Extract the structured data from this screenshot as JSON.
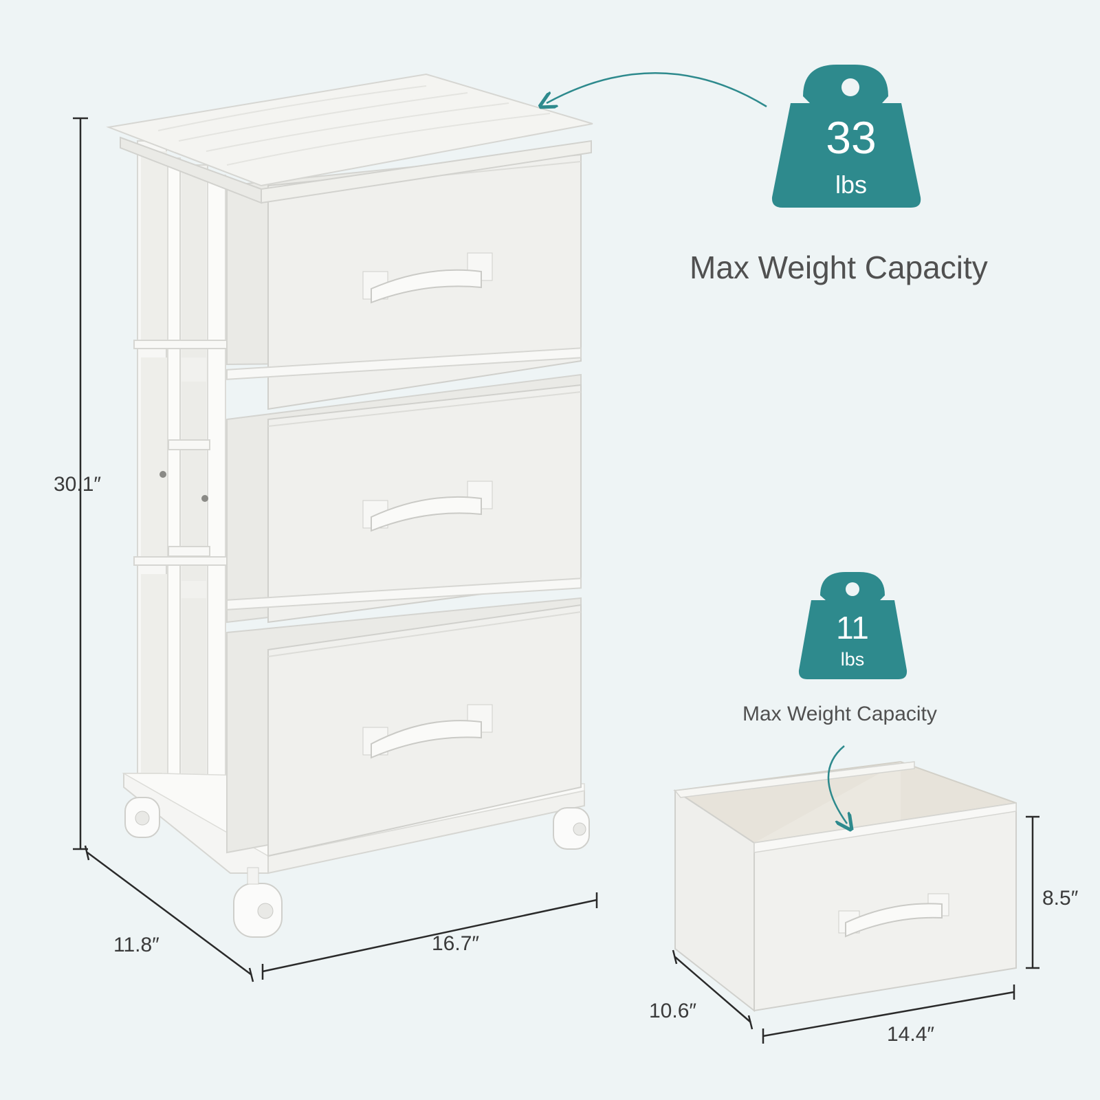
{
  "cabinet": {
    "height": "30.1″",
    "depth": "11.8″",
    "width": "16.7″",
    "max_weight": {
      "value": "33",
      "unit": "lbs"
    },
    "capacity_label": "Max Weight Capacity",
    "drawer_count": 3
  },
  "drawer": {
    "height": "8.5″",
    "depth": "10.6″",
    "width": "14.4″",
    "max_weight": {
      "value": "11",
      "unit": "lbs"
    },
    "capacity_label": "Max Weight Capacity"
  },
  "colors": {
    "background": "#eef4f5",
    "accent_teal": "#2e8a8d",
    "fabric": "#efefec",
    "frame": "#f7f7f5"
  }
}
